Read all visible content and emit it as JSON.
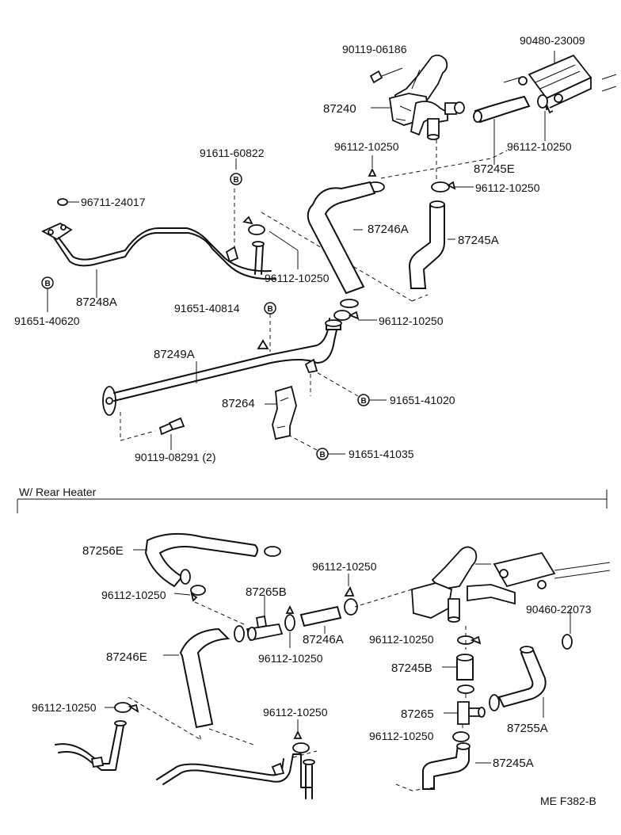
{
  "top_labels": {
    "bolt_90119_06186": "90119-06186",
    "cooler_90480_23009": "90480-23009",
    "valve_87240": "87240",
    "clamp_96112_a": "96112-10250",
    "clamp_96112_b": "96112-10250",
    "clamp_96112_c": "96112-10250",
    "hose_87245e": "87245E",
    "bolt_91611_60822": "91611-60822",
    "gasket_96711_24017": "96711-24017",
    "hose_87246a": "87246A",
    "hose_87245a": "87245A",
    "clamp_96112_d": "96112-10250",
    "pipe_87248a": "87248A",
    "bolt_91651_40620": "91651-40620",
    "bolt_91651_40814": "91651-40814",
    "clamp_96112_e": "96112-10250",
    "pipe_87249a": "87249A",
    "bracket_87264": "87264",
    "bolt_91651_41020": "91651-41020",
    "bolt_90119_08291": "90119-08291 (2)",
    "bolt_91651_41035": "91651-41035"
  },
  "section_title": "W/ Rear Heater",
  "bottom_labels": {
    "hose_87256e": "87256E",
    "clamp_96112_f": "96112-10250",
    "clamp_96112_g": "96112-10250",
    "joint_87265b": "87265B",
    "hose_87246a_b": "87246A",
    "clamp_96112_h": "96112-10250",
    "hose_87246e": "87246E",
    "clamp_96112_i": "96112-10250",
    "cooler_90460_22073": "90460-22073",
    "hose_87245b": "87245B",
    "clamp_96112_j": "96112-10250",
    "clamp_96112_k": "96112-10250",
    "joint_87265": "87265",
    "hose_87255a": "87255A",
    "clamp_96112_l": "96112-10250",
    "hose_87245a_b": "87245A"
  },
  "bolt_marker": "B",
  "footer_code": "ME  F382-B"
}
